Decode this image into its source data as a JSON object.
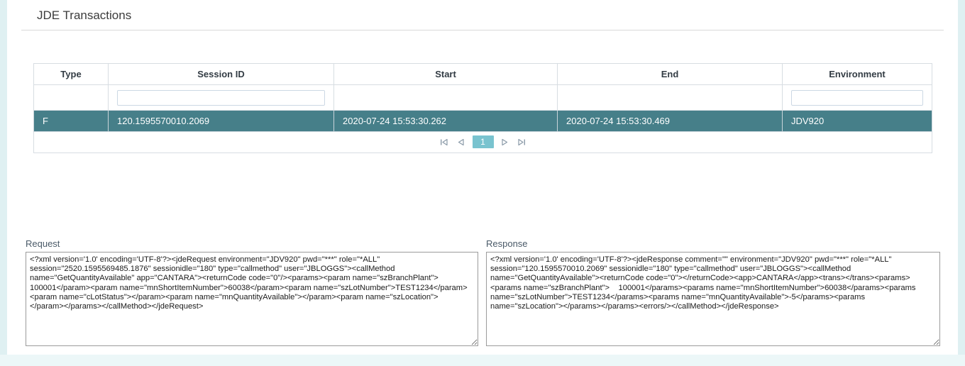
{
  "page": {
    "title": "JDE Transactions",
    "accent_teal": "#467f89",
    "accent_pager": "#79c3cf",
    "frame_color": "#dff0f2"
  },
  "grid": {
    "columns": [
      {
        "key": "type",
        "label": "Type"
      },
      {
        "key": "session_id",
        "label": "Session ID"
      },
      {
        "key": "start",
        "label": "Start"
      },
      {
        "key": "end",
        "label": "End"
      },
      {
        "key": "environment",
        "label": "Environment"
      }
    ],
    "filters": {
      "type": {
        "value": "",
        "placeholder": "",
        "visible": false
      },
      "session_id": {
        "value": "",
        "placeholder": "",
        "visible": true
      },
      "start": {
        "value": "",
        "placeholder": "",
        "visible": false
      },
      "end": {
        "value": "",
        "placeholder": "",
        "visible": false
      },
      "environment": {
        "value": "",
        "placeholder": "",
        "visible": true
      }
    },
    "rows": [
      {
        "type": "F",
        "session_id": "120.1595570010.2069",
        "start": "2020-07-24 15:53:30.262",
        "end": "2020-07-24 15:53:30.469",
        "environment": "JDV920",
        "selected": true
      }
    ],
    "pager": {
      "first_icon": "first-page-icon",
      "prev_icon": "previous-page-icon",
      "current_page": "1",
      "next_icon": "next-page-icon",
      "last_icon": "last-page-icon"
    }
  },
  "panels": {
    "request": {
      "label": "Request",
      "value": "<?xml version='1.0' encoding='UTF-8'?><jdeRequest environment=\"JDV920\" pwd=\"***\" role=\"*ALL\" session=\"2520.1595569485.1876\" sessionidle=\"180\" type=\"callmethod\" user=\"JBLOGGS\"><callMethod name=\"GetQuantityAvailable\" app=\"CANTARA\"><returnCode code=\"0\"/><params><param name=\"szBranchPlant\">    100001</param><param name=\"mnShortItemNumber\">60038</param><param name=\"szLotNumber\">TEST1234</param><param name=\"cLotStatus\"></param><param name=\"mnQuantityAvailable\"></param><param name=\"szLocation\">              </param></params></callMethod></jdeRequest>"
    },
    "response": {
      "label": "Response",
      "value": "<?xml version='1.0' encoding='UTF-8'?><jdeResponse comment=\"\" environment=\"JDV920\" pwd=\"***\" role=\"*ALL\" session=\"120.1595570010.2069\" sessionidle=\"180\" type=\"callmethod\" user=\"JBLOGGS\"><callMethod name=\"GetQuantityAvailable\"><returnCode code=\"0\"></returnCode><app>CANTARA</app><trans></trans><params><params name=\"szBranchPlant\">    100001</params><params name=\"mnShortItemNumber\">60038</params><params name=\"szLotNumber\">TEST1234</params><params name=\"mnQuantityAvailable\">-5</params><params name=\"szLocation\"></params></params><errors/></callMethod></jdeResponse>"
    }
  }
}
